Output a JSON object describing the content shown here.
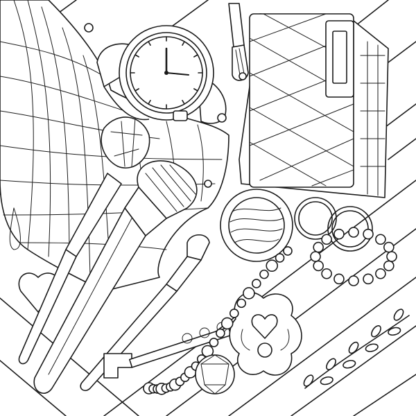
{
  "image": {
    "style": "black line-art coloring page on white",
    "colors": {
      "ink": "#1a1a1a",
      "paper": "#ffffff"
    }
  },
  "objects": {
    "watch_hands": {
      "hour_deg": 0,
      "minute_deg": 100
    },
    "bead_necklace_count": 24,
    "ring_bracelet_beads": 16,
    "lavender_buds": 9
  }
}
